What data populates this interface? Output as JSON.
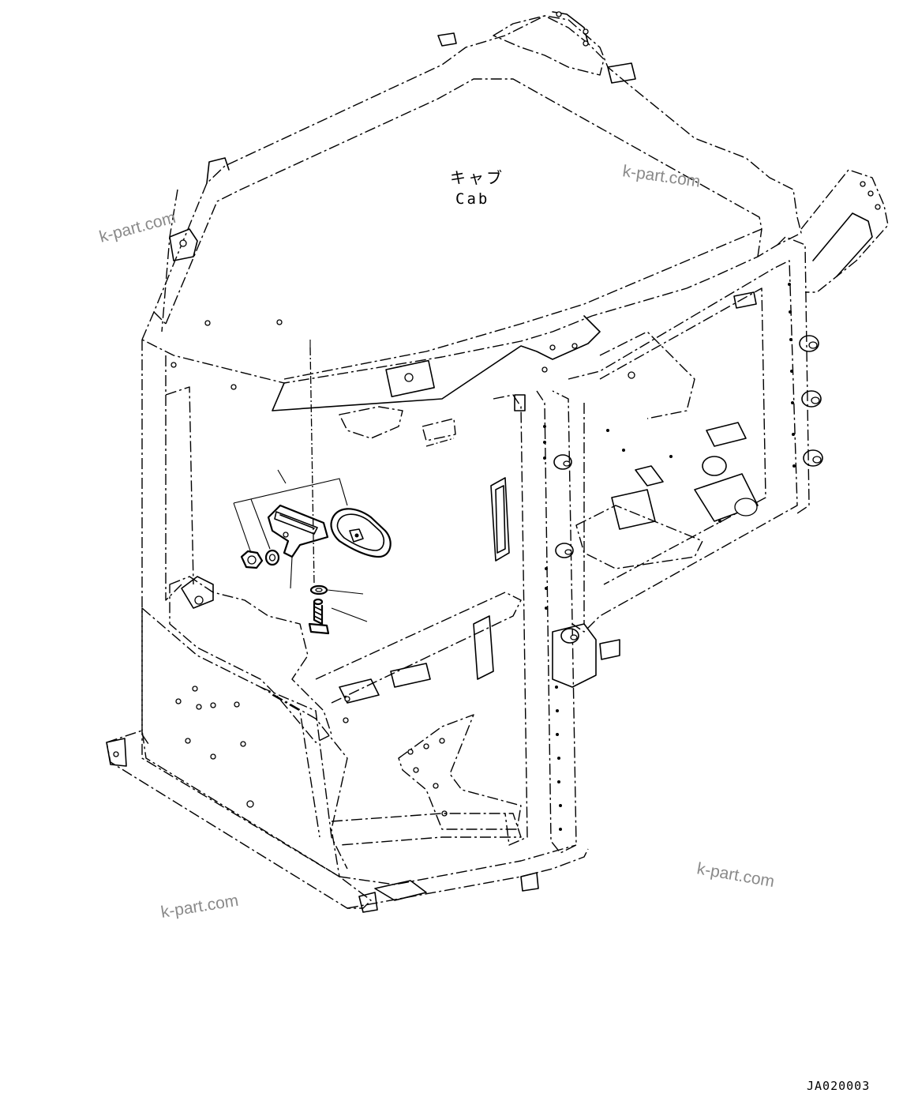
{
  "cab_label": {
    "japanese": "キャブ",
    "english": "Cab"
  },
  "watermarks": [
    "k-part.com",
    "k-part.com",
    "k-part.com",
    "k-part.com"
  ],
  "drawing_code": "JA020003"
}
